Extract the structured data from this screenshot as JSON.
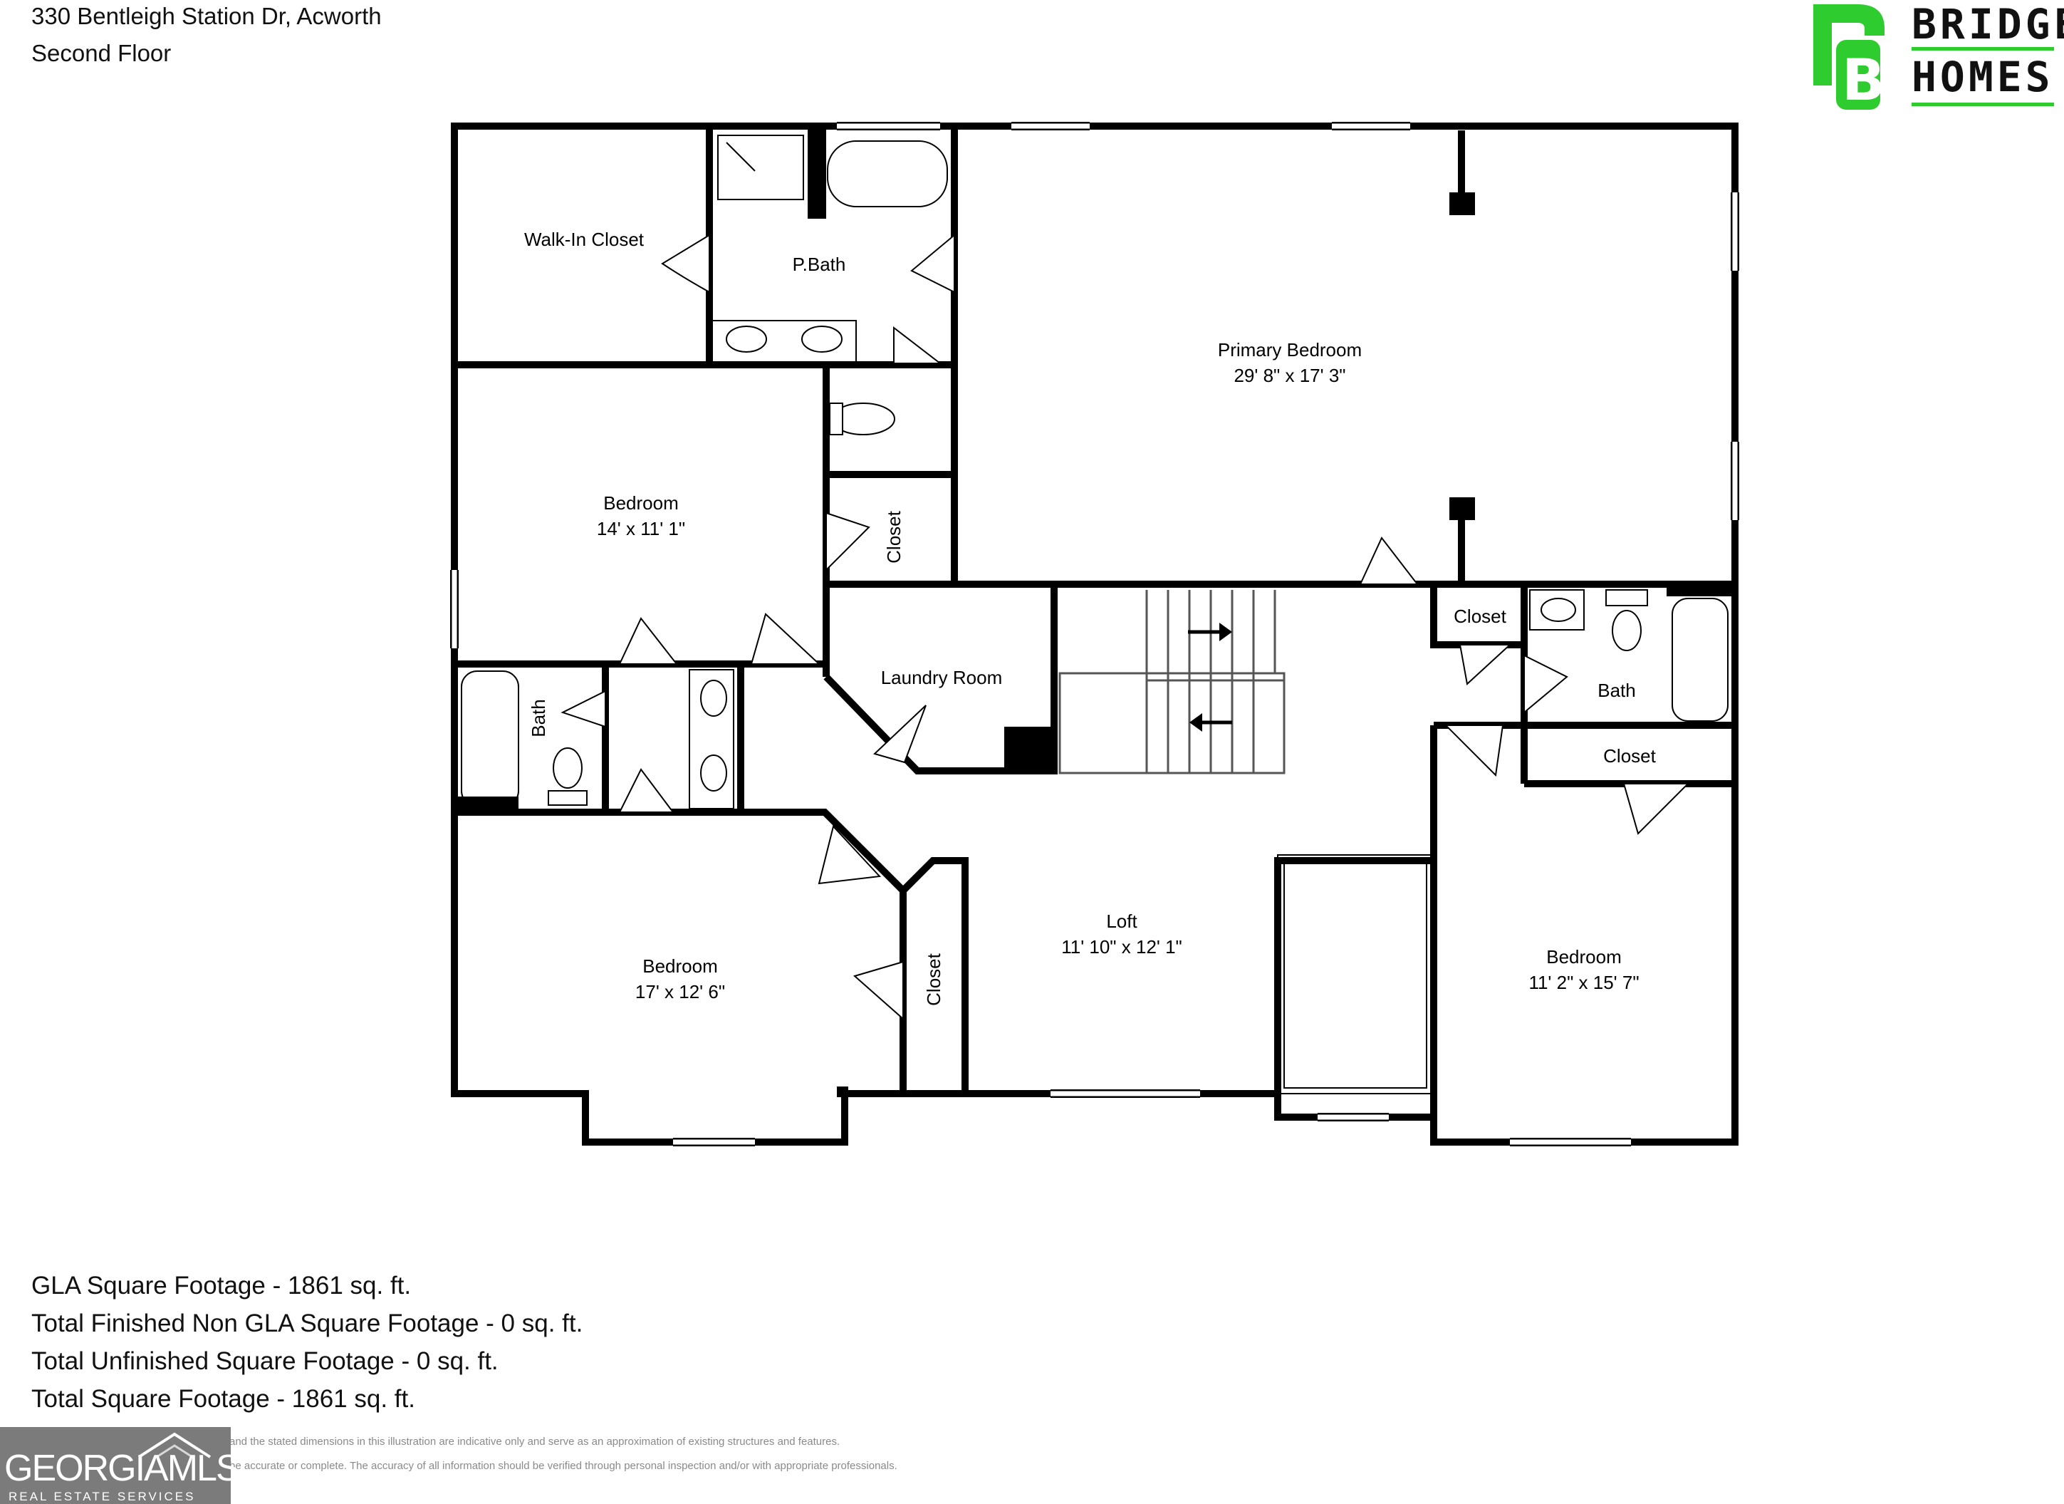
{
  "header": {
    "address": "330 Bentleigh Station Dr, Acworth",
    "floor": "Second Floor"
  },
  "brand": {
    "line1": "BRIDGE",
    "line2": "HOMES",
    "accent_color": "#2ecc2e"
  },
  "rooms": {
    "walk_in_closet": "Walk-In Closet",
    "pbath": "P.Bath",
    "primary_bedroom": "Primary Bedroom",
    "primary_bedroom_dim": "29' 8\" x 17' 3\"",
    "bedroom_nw": "Bedroom",
    "bedroom_nw_dim": "14' x 11' 1\"",
    "closet_mid": "Closet",
    "laundry": "Laundry Room",
    "closet_ne": "Closet",
    "bath_ne": "Bath",
    "closet_ne2": "Closet",
    "bath_w": "Bath",
    "bedroom_sw": "Bedroom",
    "bedroom_sw_dim": "17' x 12' 6\"",
    "closet_sw": "Closet",
    "loft": "Loft",
    "loft_dim": "11' 10\" x 12' 1\"",
    "bedroom_se": "Bedroom",
    "bedroom_se_dim": "11' 2\" x 15' 7\""
  },
  "stats": [
    "GLA Square Footage - 1861 sq. ft.",
    "Total Finished Non GLA Square Footage - 0 sq. ft.",
    "Total Unfinished Square Footage - 0 sq. ft.",
    "Total Square Footage - 1861 sq. ft."
  ],
  "disclaimer": {
    "line1": "and the stated dimensions in this illustration are indicative only and serve as an approximation of existing structures and features.",
    "line2": "be accurate or complete. The accuracy of all information should be verified through personal inspection and/or with appropriate professionals."
  },
  "mls": {
    "name": "GEORGIAMLS",
    "tagline": "REAL ESTATE SERVICES"
  }
}
